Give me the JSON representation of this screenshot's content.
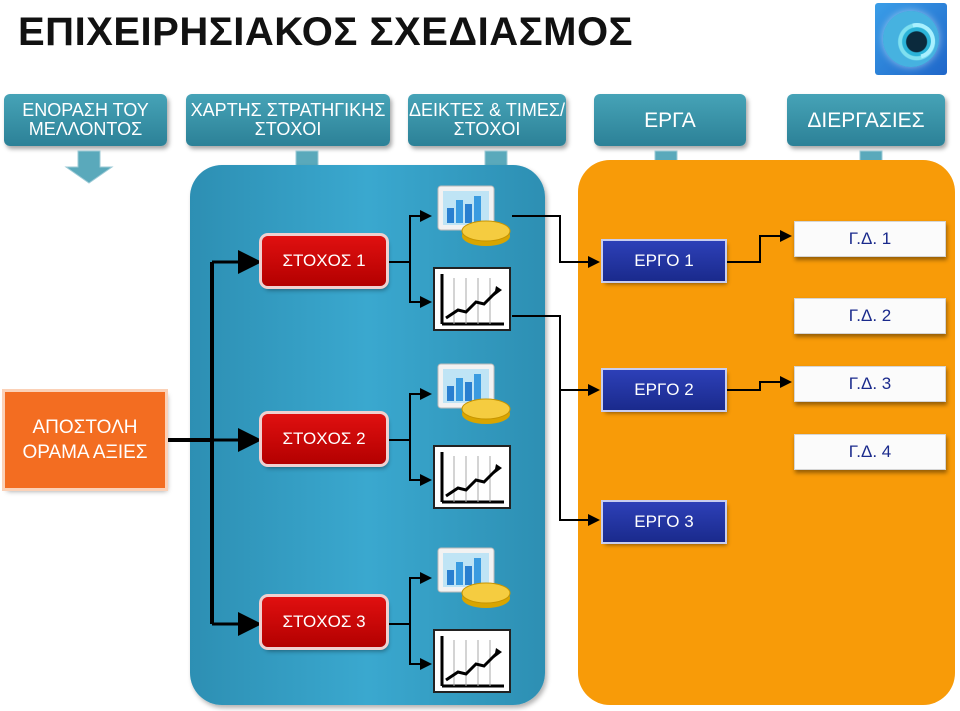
{
  "title": "ΕΠΙΧΕΙΡΗΣΙΑΚΟΣ ΣΧΕΔΙΑΣΜΟΣ",
  "header": {
    "vision": "ΕΝΟΡΑΣΗ ΤΟΥ ΜΕΛΛΟΝΤΟΣ",
    "strategy_map": "ΧΑΡΤΗΣ ΣΤΡΑΤΗΓΙΚΗΣ ΣΤΟΧΟΙ",
    "indicators": "ΔΕΙΚΤΕΣ & ΤΙΜΕΣ/ ΣΤΟΧΟΙ",
    "projects": "ΕΡΓΑ",
    "processes": "ΔΙΕΡΓΑΣΙΕΣ"
  },
  "mission": "ΑΠΟΣΤΟΛΗ ΟΡΑΜΑ ΑΞΙΕΣ",
  "goals": [
    "ΣΤΟΧΟΣ 1",
    "ΣΤΟΧΟΣ 2",
    "ΣΤΟΧΟΣ 3"
  ],
  "projects": [
    "ΕΡΓΟ 1",
    "ΕΡΓΟ 2",
    "ΕΡΓΟ 3"
  ],
  "processes": [
    "Γ.Δ. 1",
    "Γ.Δ. 2",
    "Γ.Δ. 3",
    "Γ.Δ. 4"
  ],
  "colors": {
    "header_box": "#2c8197",
    "goal_panel": "#3aa8cf",
    "project_panel": "#f89b08",
    "goal_box": "#d00000",
    "mission_box": "#f36d21",
    "project_box": "#1a2a8c"
  }
}
